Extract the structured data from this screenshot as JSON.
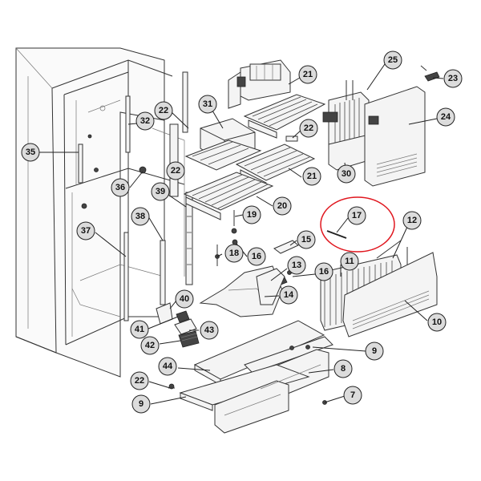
{
  "diagram": {
    "callouts": [
      {
        "id": "c25",
        "label": "25"
      },
      {
        "id": "c23",
        "label": "23"
      },
      {
        "id": "c21a",
        "label": "21"
      },
      {
        "id": "c24",
        "label": "24"
      },
      {
        "id": "c31",
        "label": "31"
      },
      {
        "id": "c22a",
        "label": "22"
      },
      {
        "id": "c32",
        "label": "32"
      },
      {
        "id": "c22b",
        "label": "22"
      },
      {
        "id": "c35",
        "label": "35"
      },
      {
        "id": "c21b",
        "label": "21"
      },
      {
        "id": "c30",
        "label": "30"
      },
      {
        "id": "c22c",
        "label": "22"
      },
      {
        "id": "c36",
        "label": "36"
      },
      {
        "id": "c39",
        "label": "39"
      },
      {
        "id": "c20",
        "label": "20"
      },
      {
        "id": "c38",
        "label": "38"
      },
      {
        "id": "c19",
        "label": "19"
      },
      {
        "id": "c17",
        "label": "17"
      },
      {
        "id": "c12",
        "label": "12"
      },
      {
        "id": "c37",
        "label": "37"
      },
      {
        "id": "c15",
        "label": "15"
      },
      {
        "id": "c18",
        "label": "18"
      },
      {
        "id": "c16a",
        "label": "16"
      },
      {
        "id": "c11",
        "label": "11"
      },
      {
        "id": "c13",
        "label": "13"
      },
      {
        "id": "c16b",
        "label": "16"
      },
      {
        "id": "c14",
        "label": "14"
      },
      {
        "id": "c40",
        "label": "40"
      },
      {
        "id": "c10",
        "label": "10"
      },
      {
        "id": "c41",
        "label": "41"
      },
      {
        "id": "c43",
        "label": "43"
      },
      {
        "id": "c42",
        "label": "42"
      },
      {
        "id": "c9a",
        "label": "9"
      },
      {
        "id": "c44",
        "label": "44"
      },
      {
        "id": "c8",
        "label": "8"
      },
      {
        "id": "c22d",
        "label": "22"
      },
      {
        "id": "c7",
        "label": "7"
      },
      {
        "id": "c9b",
        "label": "9"
      }
    ],
    "highlighted_part": "17"
  },
  "colors": {
    "highlight": "#e0161e",
    "callout_fill": "#dcdcdc",
    "line": "#333333"
  }
}
